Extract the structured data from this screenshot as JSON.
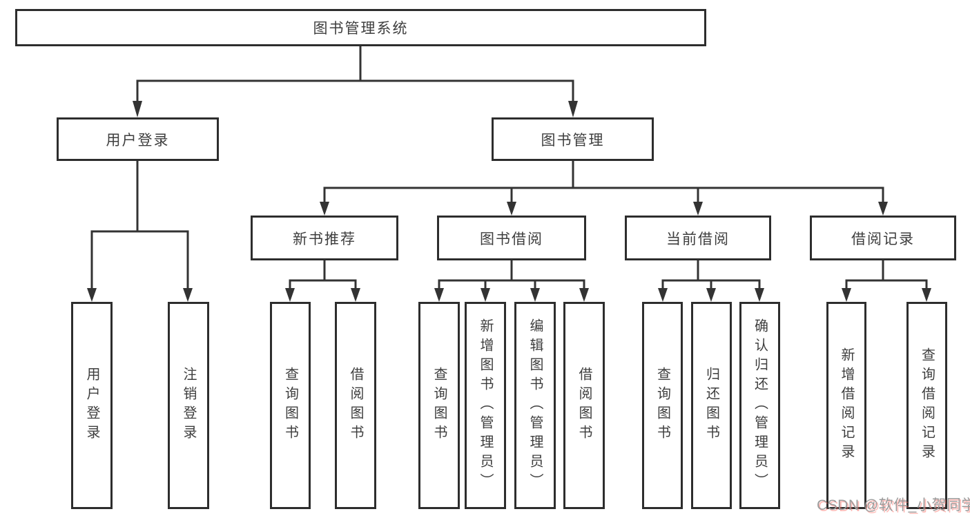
{
  "diagram": {
    "title": "图书管理系统",
    "level2": [
      {
        "label": "用户登录"
      },
      {
        "label": "图书管理"
      }
    ],
    "level3": [
      {
        "label": "新书推荐"
      },
      {
        "label": "图书借阅"
      },
      {
        "label": "当前借阅"
      },
      {
        "label": "借阅记录"
      }
    ],
    "leaves": [
      {
        "label": "用户登录"
      },
      {
        "label": "注销登录"
      },
      {
        "label": "查询图书"
      },
      {
        "label": "借阅图书"
      },
      {
        "label": "查询图书"
      },
      {
        "label": "新增图书（管理员）"
      },
      {
        "label": "编辑图书（管理员）"
      },
      {
        "label": "借阅图书"
      },
      {
        "label": "查询图书"
      },
      {
        "label": "归还图书"
      },
      {
        "label": "确认归还（管理员）"
      },
      {
        "label": "新增借阅记录"
      },
      {
        "label": "查询借阅记录"
      }
    ],
    "line_color": "#333333",
    "box_border_color": "#2d2d2d",
    "text_color": "#3e3e3e"
  },
  "watermark": {
    "text": "CSDN @软件_小贺同学",
    "color": "#9b9b9b",
    "shadow_color": "#ff645a"
  }
}
